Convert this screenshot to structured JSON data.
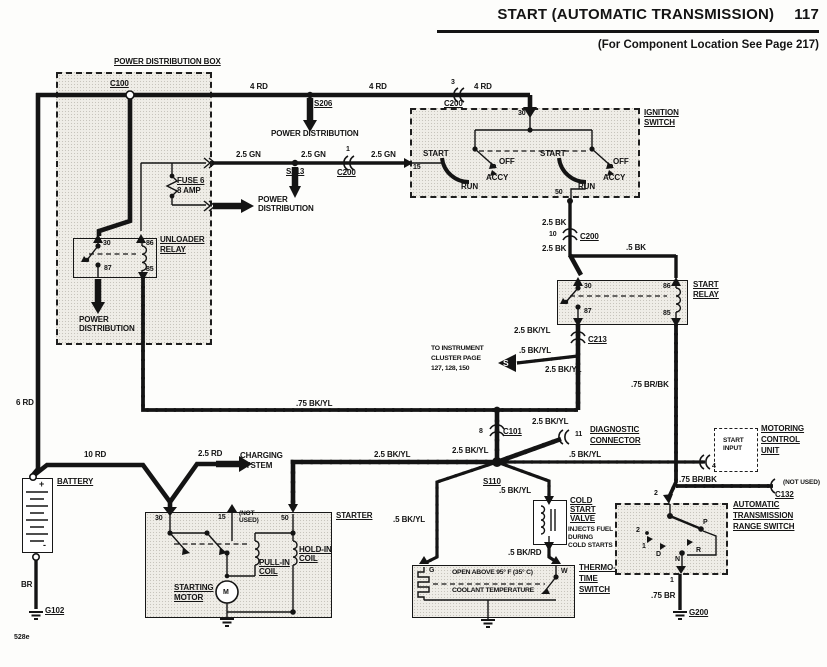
{
  "header": {
    "title": "START (AUTOMATIC TRANSMISSION)",
    "page": "117",
    "subtitle": "(For Component Location See Page 217)",
    "figure": "528e"
  },
  "wires": {
    "rd4": "4 RD",
    "gn25": "2.5 GN",
    "rd6": "6 RD",
    "rd10": "10 RD",
    "rd25": "2.5 RD",
    "bk25": "2.5 BK",
    "bk5": ".5 BK",
    "bkyl25": "2.5 BK/YL",
    "bkyl5": ".5 BK/YL",
    "bkyl75": ".75 BK/YL",
    "brbk75": ".75 BR/BK",
    "bkrd5": ".5 BK/RD",
    "br75": ".75 BR",
    "br": "BR"
  },
  "conn": {
    "c100": "C100",
    "c200": "C200",
    "c101": "C101",
    "c213": "C213",
    "c132": "C132",
    "s206": "S206",
    "s213": "S213",
    "s110": "S110",
    "g102": "G102",
    "g200": "G200",
    "p3": "3",
    "p1": "1",
    "p10": "10",
    "p8": "8",
    "p11": "11",
    "p4": "4",
    "p2": "2",
    "not_used": "(NOT USED)"
  },
  "pbox": {
    "title": "POWER DISTRIBUTION BOX",
    "fuse": "FUSE 6",
    "amp": "8 AMP",
    "rel1": "UNLOADER",
    "rel2": "RELAY",
    "t30": "30",
    "t87": "87",
    "t86": "86",
    "t85": "85",
    "pwr": "POWER",
    "dist": "DISTRIBUTION",
    "pwrdist": "POWER DISTRIBUTION"
  },
  "ign": {
    "l1": "IGNITION",
    "l2": "SWITCH",
    "t30": "30",
    "t15": "15",
    "t50": "50",
    "start": "START",
    "off": "OFF",
    "run": "RUN",
    "accy": "ACCY"
  },
  "srelay": {
    "l1": "START",
    "l2": "RELAY",
    "t30": "30",
    "t87": "87",
    "t86": "86",
    "t85": "85"
  },
  "battery": {
    "label": "BATTERY",
    "plus": "+",
    "minus": "-"
  },
  "starter": {
    "label": "STARTER",
    "t30": "30",
    "t15": "15",
    "t50": "50",
    "nu1": "(NOT",
    "nu2": "USED)",
    "sm1": "STARTING",
    "sm2": "MOTOR",
    "m": "M",
    "pc1": "PULL-IN",
    "pc2": "COIL",
    "hc1": "HOLD-IN",
    "hc2": "COIL"
  },
  "charging": {
    "l1": "CHARGING",
    "l2": "SYSTEM"
  },
  "cluster": {
    "l1": "TO INSTRUMENT",
    "l2": "CLUSTER PAGE",
    "l3": "127, 128, 150",
    "s": "S"
  },
  "diag": {
    "l1": "DIAGNOSTIC",
    "l2": "CONNECTOR"
  },
  "mcu": {
    "l1": "MOTORING",
    "l2": "CONTROL",
    "l3": "UNIT",
    "in1": "START",
    "in2": "INPUT"
  },
  "atr": {
    "l1": "AUTOMATIC",
    "l2": "TRANSMISSION",
    "l3": "RANGE SWITCH",
    "pp": "P",
    "pr": "R",
    "pn": "N",
    "pd": "D",
    "p1": "1",
    "p2": "2"
  },
  "csv": {
    "l1": "COLD",
    "l2": "START",
    "l3": "VALVE",
    "n1": "INJECTS FUEL",
    "n2": "DURING",
    "n3": "COLD STARTS"
  },
  "tts": {
    "l1": "THERMO-",
    "l2": "TIME",
    "l3": "SWITCH",
    "open": "OPEN ABOVE 95° F (35° C)",
    "coolant": "COOLANT TEMPERATURE",
    "g": "G",
    "w": "W"
  }
}
